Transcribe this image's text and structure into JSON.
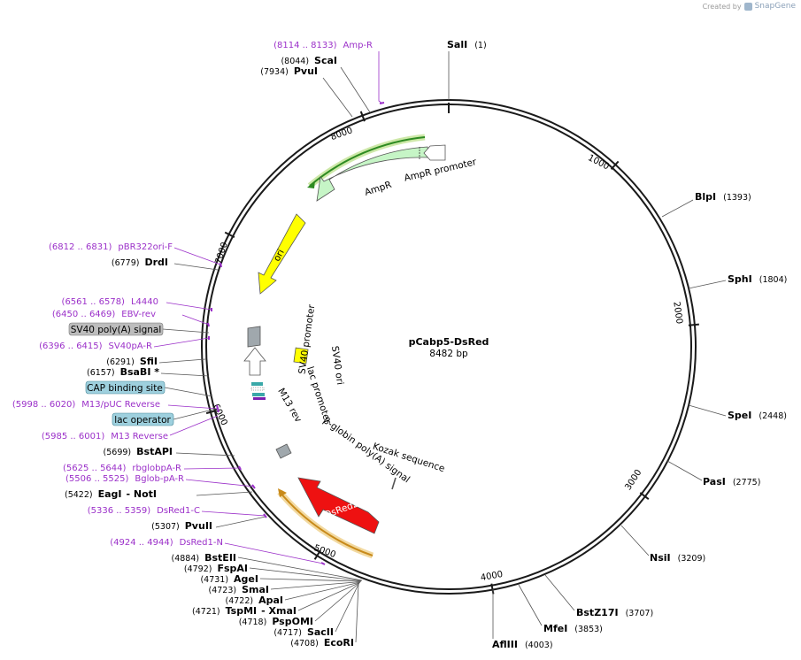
{
  "credit": {
    "prefix": "Created by",
    "brand": "SnapGene"
  },
  "plasmid": {
    "name": "pCabp5-DsRed",
    "size": "8482 bp"
  },
  "ticks": [
    "1000",
    "2000",
    "3000",
    "4000",
    "5000",
    "6000",
    "7000",
    "8000"
  ],
  "features": {
    "ampr_promoter": "AmpR promoter",
    "ampr": "AmpR",
    "ori": "ori",
    "sv40_promoter": "SV40 promoter",
    "sv40_ori": "SV40 ori",
    "lac_promoter": "lac promoter",
    "m13_rev": "M13 rev",
    "bglobin": "β-globin poly(A) signal",
    "kozak": "Kozak sequence",
    "dsred2": "DsRed2"
  },
  "boxed_features": {
    "sv40_polya": "SV40 poly(A) signal",
    "cap_site": "CAP binding site",
    "lac_operator": "lac operator"
  },
  "right_sites": [
    {
      "name": "SalI",
      "pos": "(1)"
    },
    {
      "name": "BlpI",
      "pos": "(1393)"
    },
    {
      "name": "SphI",
      "pos": "(1804)"
    },
    {
      "name": "SpeI",
      "pos": "(2448)"
    },
    {
      "name": "PasI",
      "pos": "(2775)"
    },
    {
      "name": "NsiI",
      "pos": "(3209)"
    },
    {
      "name": "BstZ17I",
      "pos": "(3707)"
    },
    {
      "name": "MfeI",
      "pos": "(3853)"
    },
    {
      "name": "AflIII",
      "pos": "(4003)"
    }
  ],
  "top_left": [
    {
      "kind": "primer",
      "pos": "(8114 .. 8133)",
      "name": "Amp-R"
    },
    {
      "kind": "site",
      "pos": "(8044)",
      "name": "ScaI"
    },
    {
      "kind": "site",
      "pos": "(7934)",
      "name": "PvuI"
    }
  ],
  "left_labels": [
    {
      "kind": "primer",
      "pos": "(6812 .. 6831)",
      "name": "pBR322ori-F"
    },
    {
      "kind": "site",
      "pos": "(6779)",
      "name": "DrdI"
    },
    {
      "kind": "primer",
      "pos": "(6561 .. 6578)",
      "name": "L4440"
    },
    {
      "kind": "primer",
      "pos": "(6450 .. 6469)",
      "name": "EBV-rev"
    },
    {
      "kind": "primer",
      "pos": "(6396 .. 6415)",
      "name": "SV40pA-R"
    },
    {
      "kind": "site",
      "pos": "(6291)",
      "name": "SfiI"
    },
    {
      "kind": "site",
      "pos": "(6157)",
      "name": "BsaBI *"
    },
    {
      "kind": "primer",
      "pos": "(5998 .. 6020)",
      "name": "M13/pUC Reverse"
    },
    {
      "kind": "primer",
      "pos": "(5985 .. 6001)",
      "name": "M13 Reverse"
    },
    {
      "kind": "site",
      "pos": "(5699)",
      "name": "BstAPI"
    },
    {
      "kind": "primer",
      "pos": "(5625 .. 5644)",
      "name": "rbglobpA-R"
    },
    {
      "kind": "primer",
      "pos": "(5506 .. 5525)",
      "name": "Bglob-pA-R"
    },
    {
      "kind": "site",
      "pos": "(5422)",
      "name": "EagI",
      "extra": "-  NotI"
    },
    {
      "kind": "primer",
      "pos": "(5336 .. 5359)",
      "name": "DsRed1-C"
    },
    {
      "kind": "site",
      "pos": "(5307)",
      "name": "PvuII"
    },
    {
      "kind": "primer",
      "pos": "(4924 .. 4944)",
      "name": "DsRed1-N"
    }
  ],
  "bottom_left": [
    {
      "pos": "(4884)",
      "name": "BstEII"
    },
    {
      "pos": "(4792)",
      "name": "FspAI"
    },
    {
      "pos": "(4731)",
      "name": "AgeI"
    },
    {
      "pos": "(4723)",
      "name": "SmaI"
    },
    {
      "pos": "(4722)",
      "name": "ApaI"
    },
    {
      "pos": "(4721)",
      "name": "TspMI",
      "extra": "- XmaI"
    },
    {
      "pos": "(4718)",
      "name": "PspOMI"
    },
    {
      "pos": "(4717)",
      "name": "SacII"
    },
    {
      "pos": "(4708)",
      "name": "EcoRI"
    }
  ],
  "colors": {
    "backbone": "#1a1a1a",
    "primer": "#9b30c9",
    "ampr": "#c6f5c6",
    "ori": "#ffff00",
    "dsred": "#ee1111",
    "promoter": "#ffffff",
    "polya": "#a0a8ad",
    "cap_box": "#9ed0de",
    "polya_box": "#bdbdbd",
    "sv40ori": "#ffff00",
    "lac_op": "#3aa8a8",
    "primer_bar": "#7a20b0",
    "amp_primer_stroke": "#2e8b22",
    "dsred_primer_stroke": "#c88a1a",
    "halo_green": "#cde8a8",
    "halo_gold": "#f2d9a0"
  }
}
